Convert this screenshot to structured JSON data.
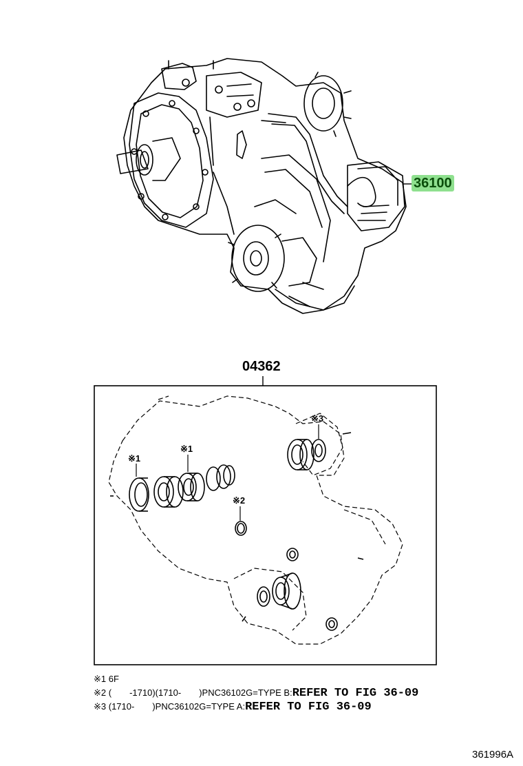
{
  "parts": {
    "assembly_callout": "36100",
    "kit_callout": "04362",
    "marker_1a": "※1",
    "marker_1b": "※1",
    "marker_2": "※2",
    "marker_3": "※3"
  },
  "notes": [
    {
      "text": "※1 6F",
      "ref": ""
    },
    {
      "text": "※2 (　　-1710)(1710-　　)PNC36102G=TYPE B:",
      "ref": "REFER TO FIG 36-09"
    },
    {
      "text": "※3 (1710-　　)PNC36102G=TYPE A:",
      "ref": "REFER TO FIG 36-09"
    }
  ],
  "figure_code": "361996A",
  "colors": {
    "callout_highlight": "#8fe08f",
    "callout_text": "#0a4d0a",
    "line": "#000000"
  }
}
